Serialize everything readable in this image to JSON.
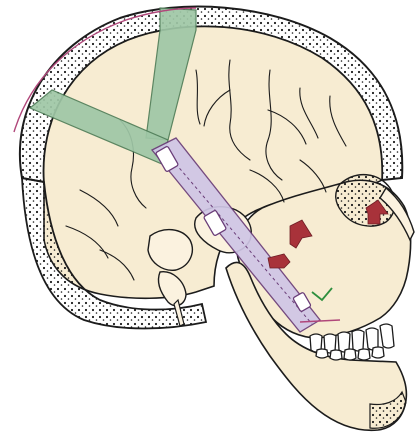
{
  "illustration": {
    "subject": "skull-sagittal-section-with-device",
    "colors": {
      "background": "#ffffff",
      "bone_fill": "#f7ecd2",
      "bone_cortex": "#fbf2df",
      "outline": "#1c1c1c",
      "green_band": "#9fc7a6",
      "green_band_edge": "#4f7d58",
      "device_fill": "#cfc6e6",
      "device_edge": "#6a3d78",
      "arrow_red": "#a8323a",
      "pink_line": "#b0477a",
      "green_marker": "#2e8f3e"
    },
    "arrows": [
      {
        "name": "maxilla-arrow-upper"
      },
      {
        "name": "maxilla-arrow-middle"
      },
      {
        "name": "maxilla-arrow-lower"
      }
    ]
  }
}
